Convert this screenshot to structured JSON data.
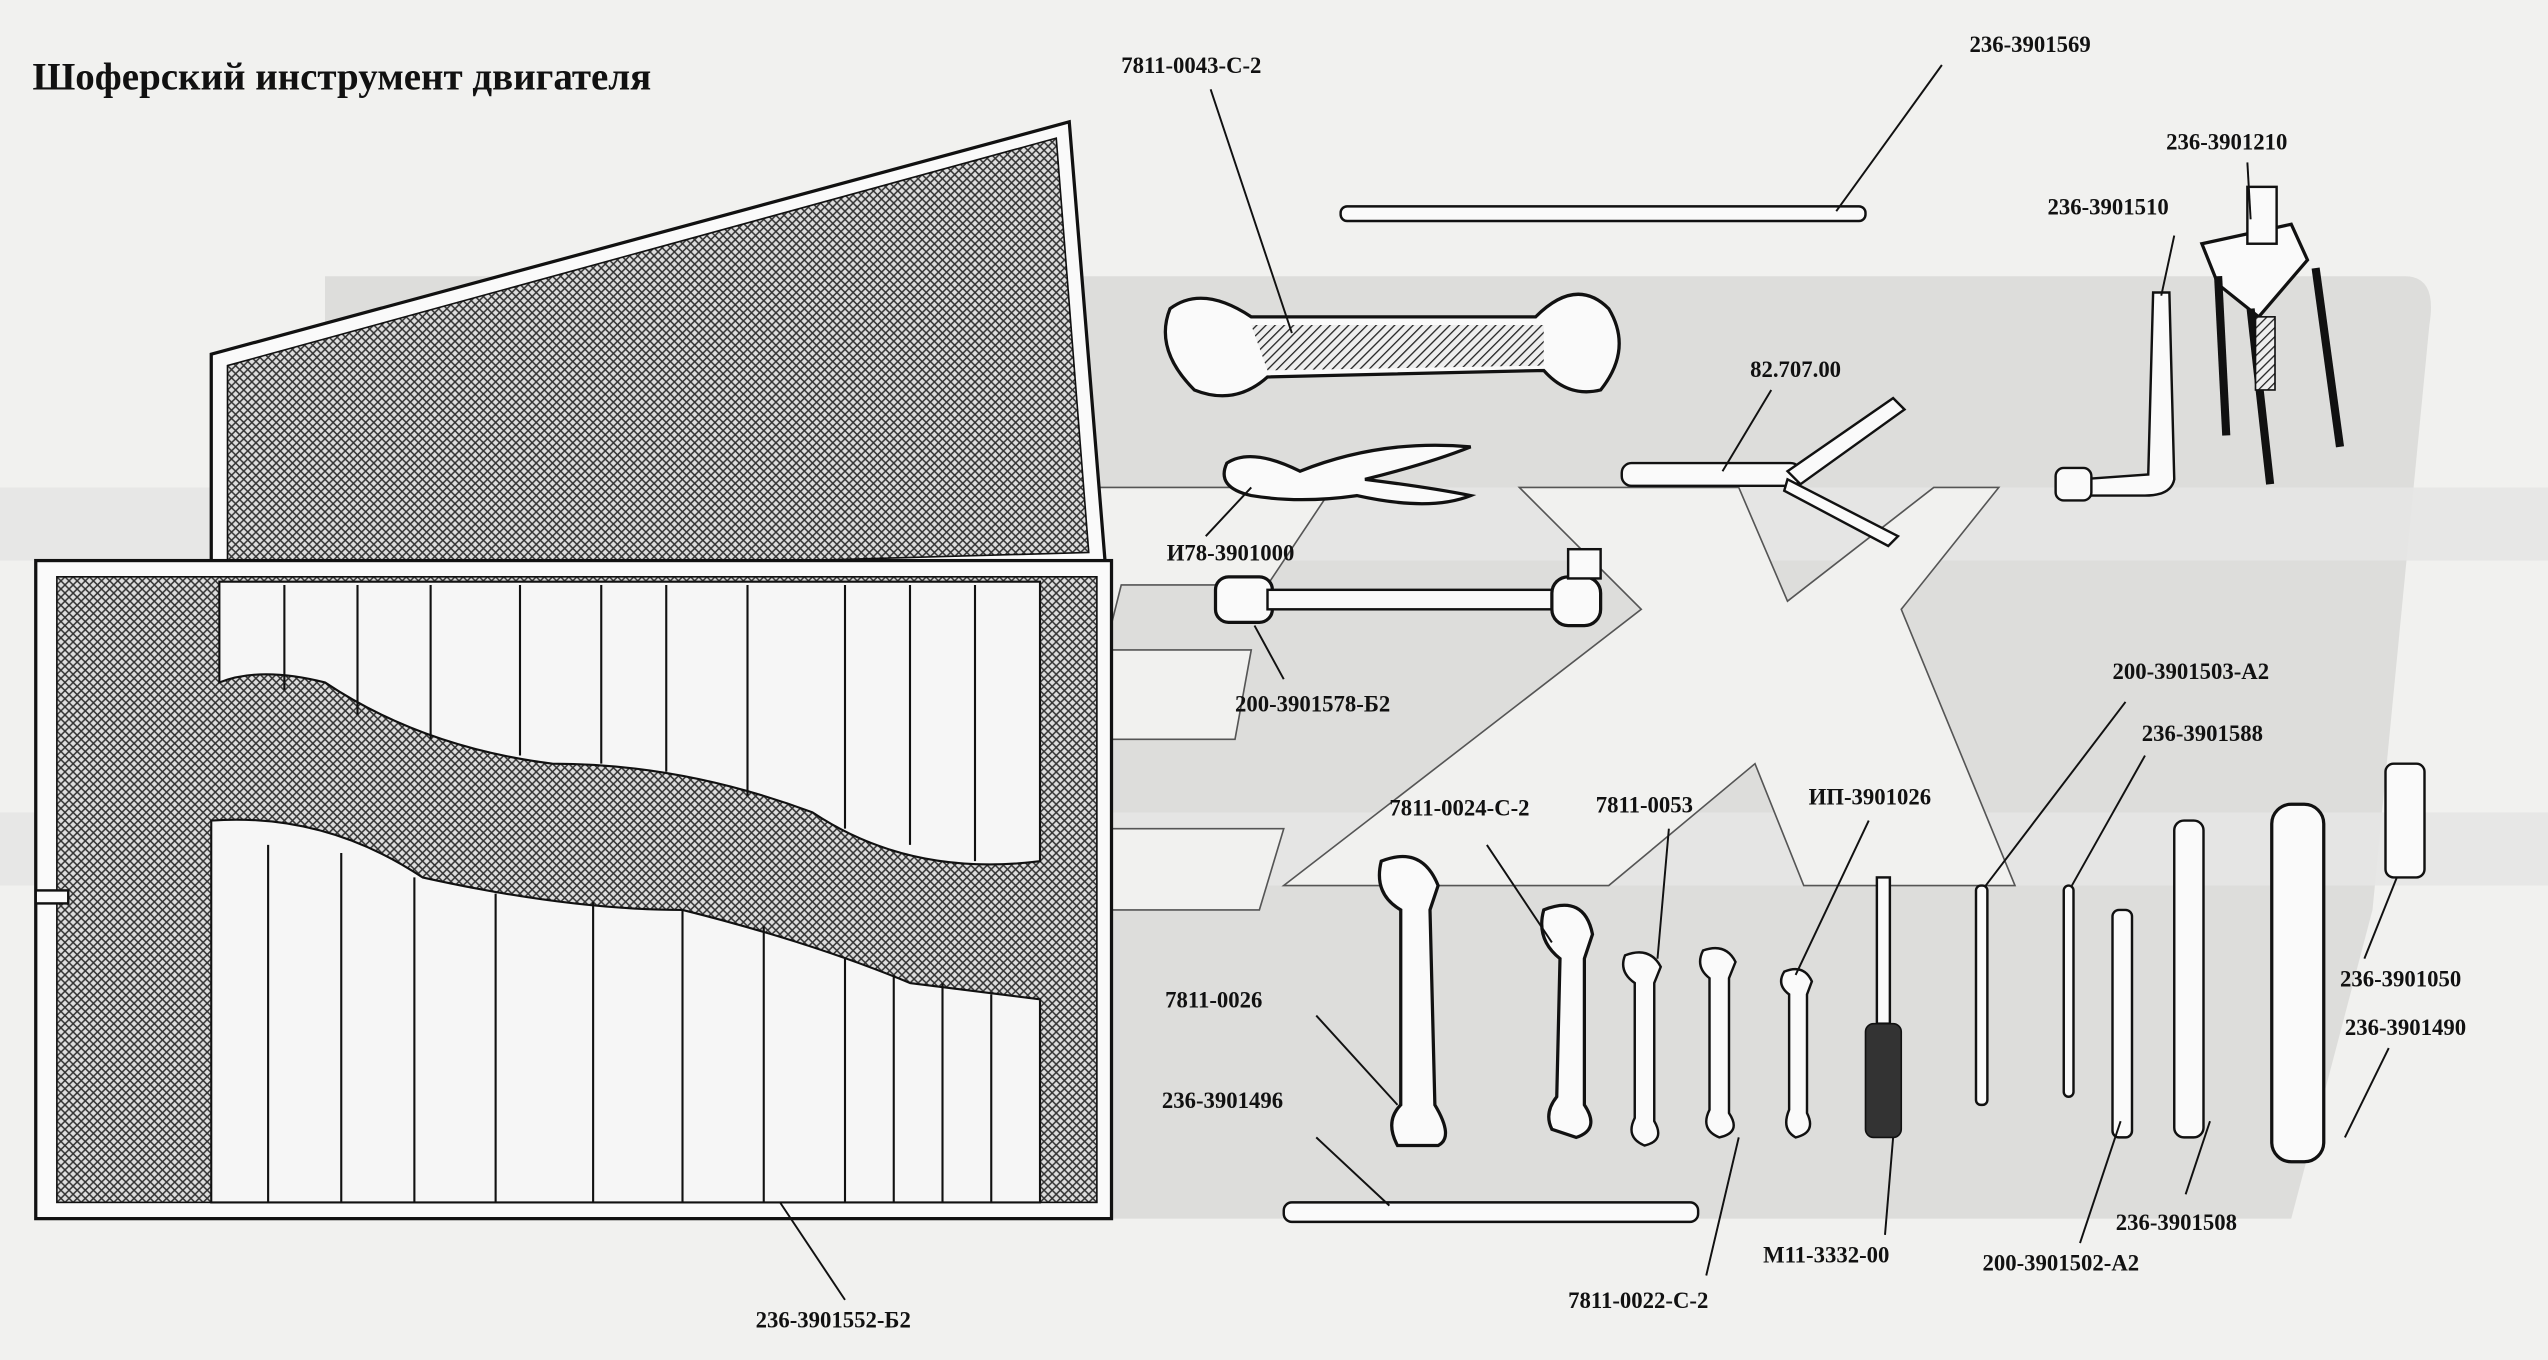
{
  "title": "Шоферский инструмент двигателя",
  "labels": [
    "7811-0043-С-2",
    "236-3901569",
    "236-3901210",
    "236-3901510",
    "82.707.00",
    "И78-3901000",
    "200-3901578-Б2",
    "200-3901503-А2",
    "236-3901588",
    "7811-0024-С-2",
    "7811-0053",
    "ИП-3901026",
    "7811-0026",
    "236-3901496",
    "236-3901050",
    "236-3901490",
    "236-3901508",
    "М11-3332-00",
    "200-3901502-А2",
    "7811-0022-С-2",
    "236-3901552-Б2"
  ],
  "colors": {
    "background": "#f1f1ef",
    "watermark": "#d9d9d7",
    "ink": "#111111"
  }
}
